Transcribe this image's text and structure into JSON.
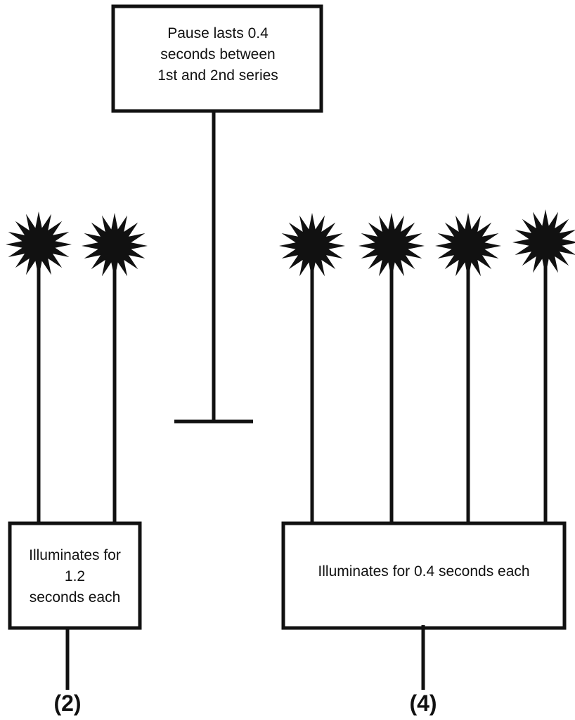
{
  "pause_box": {
    "lines": [
      "Pause lasts 0.4",
      "seconds between",
      "1st and 2nd series"
    ]
  },
  "first_series": {
    "flash_count": 2,
    "box_lines": [
      "Illuminates for",
      "1.2",
      "seconds each"
    ],
    "count_label": "(2)"
  },
  "second_series": {
    "flash_count": 4,
    "box_lines": [
      "Illuminates for 0.4 seconds each"
    ],
    "count_label": "(4)"
  },
  "colors": {
    "ink": "#111111",
    "background": "#ffffff"
  },
  "icons": {
    "flash": "starburst-icon"
  }
}
